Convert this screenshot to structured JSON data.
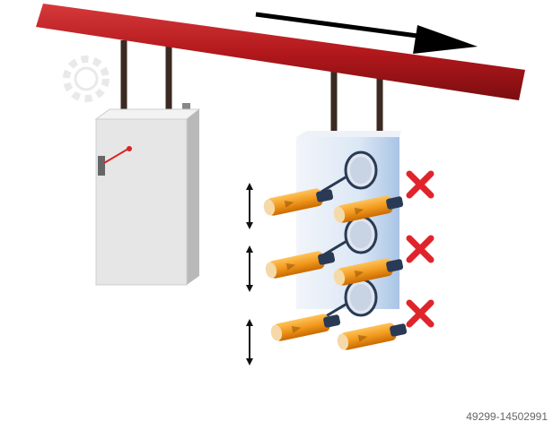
{
  "image_code": "49299-14502991",
  "colors": {
    "rail": "#b3181c",
    "gun": "#f29a1f",
    "cross": "#e0242b",
    "cabinet": "#e6e6e6",
    "box": "#dce8f5"
  },
  "icons": [
    "conveyor-rail",
    "direction-arrow",
    "control-cabinet",
    "spray-gun-rack",
    "spray-gun",
    "rejection-cross",
    "vertical-movement-arrow",
    "watermark-gear"
  ]
}
